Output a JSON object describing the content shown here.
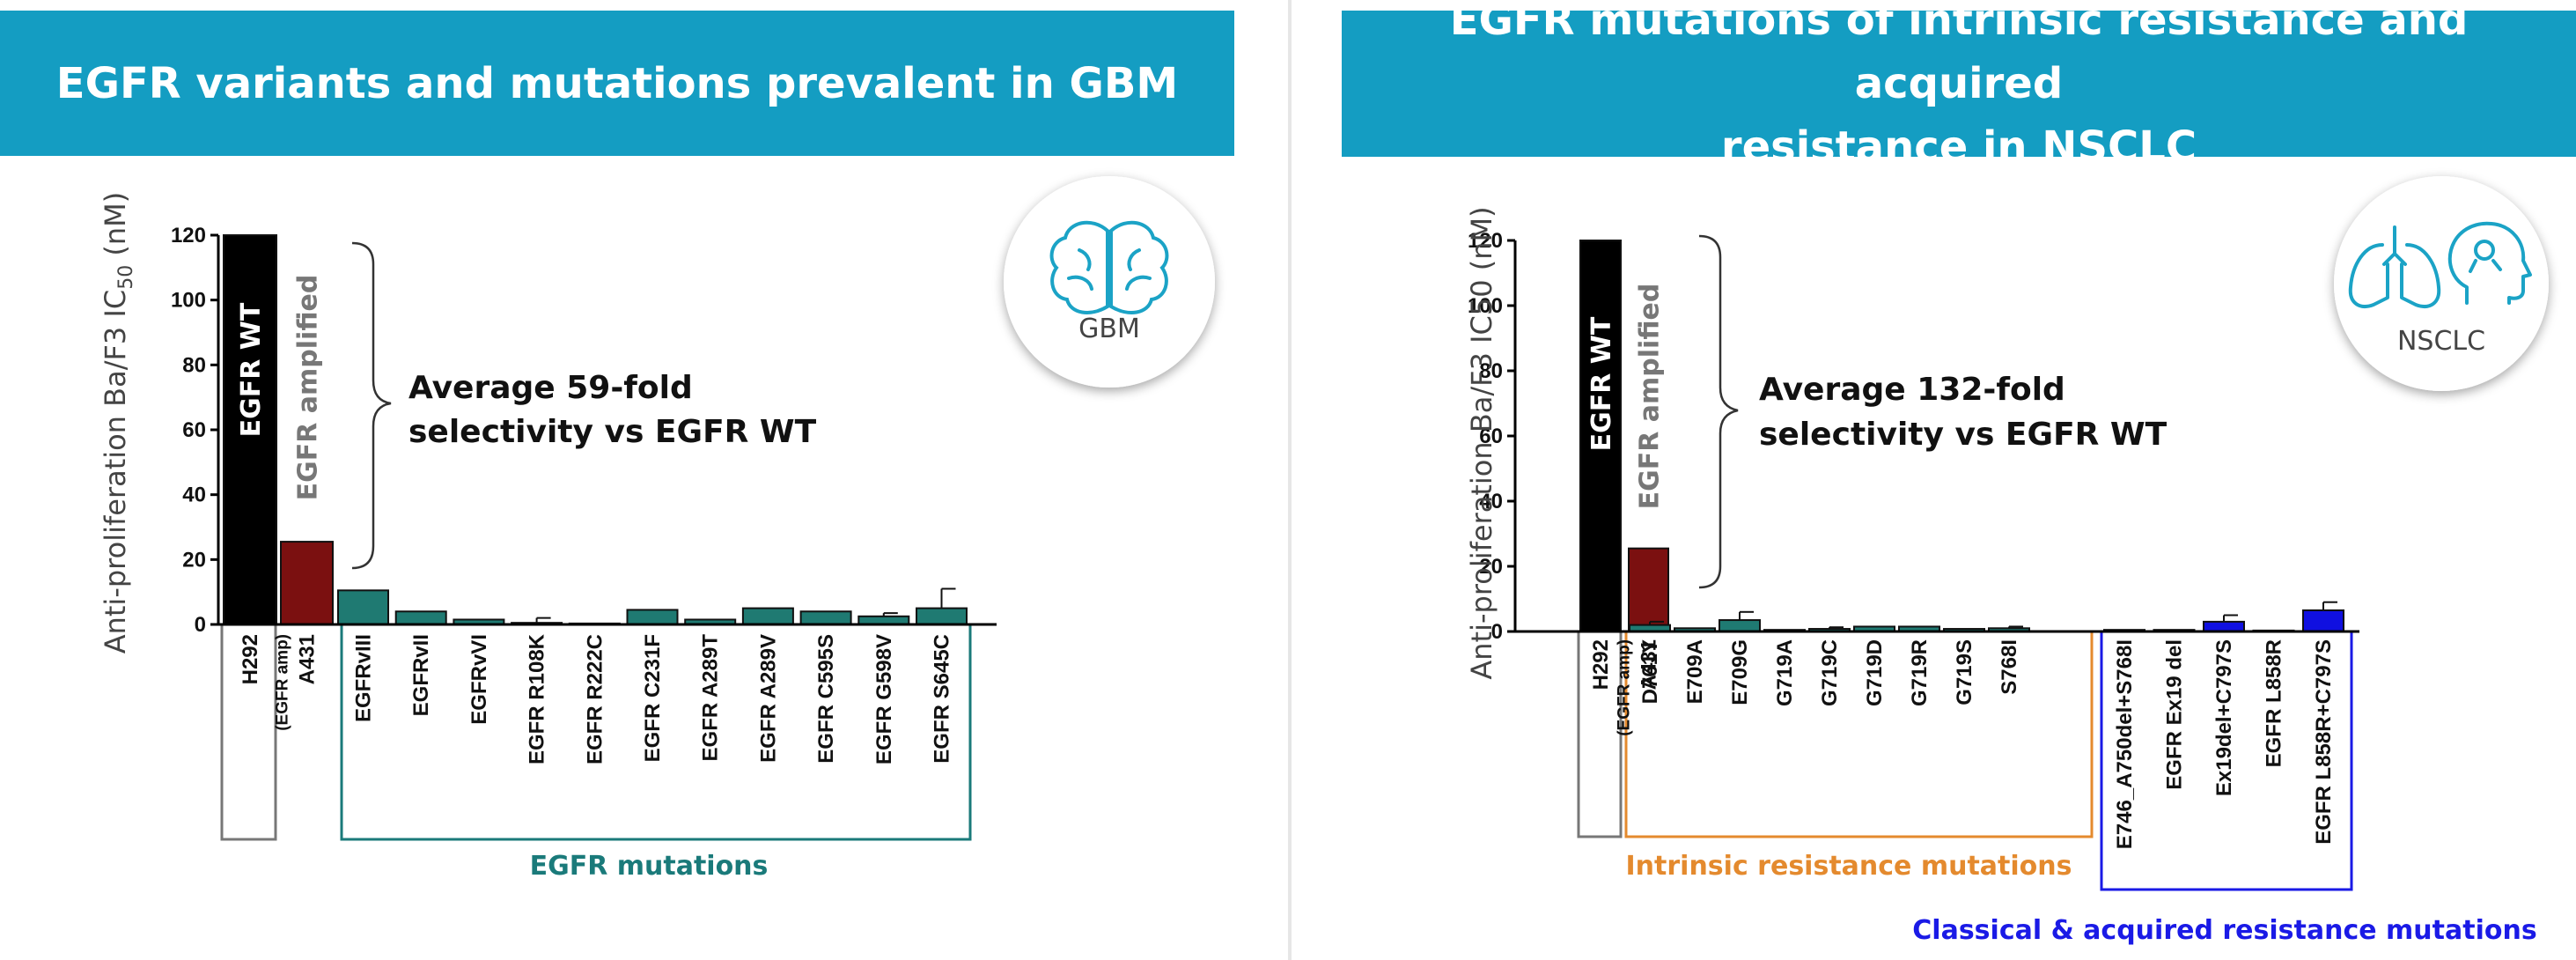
{
  "panels": [
    {
      "id": "gbm",
      "title": "EGFR variants and mutations prevalent in GBM",
      "icon": "brain-icon",
      "icon_label": "GBM",
      "annotation": [
        "Average 59-fold",
        "selectivity vs EGFR WT"
      ],
      "ylabel_parts": [
        "Anti-proliferation Ba/F3 IC",
        "50",
        " (nM)"
      ],
      "group_labels": [
        {
          "text": "EGFR mutations",
          "color": "#1a7a7a"
        }
      ]
    },
    {
      "id": "nsclc",
      "title": "EGFR mutations of intrinsic resistance and acquired resistance in NSCLC",
      "title_lines": [
        "EGFR mutations of intrinsic resistance and acquired",
        "resistance in NSCLC"
      ],
      "icon": "lungs-head-icon",
      "icon_label": "NSCLC",
      "annotation": [
        "Average 132-fold",
        "selectivity vs EGFR WT"
      ],
      "ylabel_parts": [
        "Anti-proliferation Ba/F3 IC50 (nM)"
      ],
      "group_labels": [
        {
          "text": "Intrinsic resistance mutations",
          "color": "#e48a2e"
        },
        {
          "text": "Classical & acquired resistance mutations",
          "color": "#1a1ae6"
        }
      ]
    }
  ],
  "chart_data": [
    {
      "type": "bar",
      "title": "EGFR variants and mutations prevalent in GBM",
      "ylabel": "Anti-proliferation Ba/F3 IC50 (nM)",
      "ylim": [
        0,
        120
      ],
      "yticks": [
        0,
        20,
        40,
        60,
        80,
        100,
        120
      ],
      "categories": [
        "H292",
        "A431",
        "EGFRvIII",
        "EGFRvII",
        "EGFRvVI",
        "EGFR R108K",
        "EGFR R222C",
        "EGFR C231F",
        "EGFR A289T",
        "EGFR A289V",
        "EGFR C595S",
        "EGFR G598V",
        "EGFR S645C"
      ],
      "category_sublabels": {
        "A431": "(EGFR amp)"
      },
      "values": [
        120,
        25.5,
        10.5,
        4,
        1.5,
        0.5,
        0.3,
        4.5,
        1.5,
        5,
        4,
        2.5,
        5
      ],
      "error_bars": [
        0,
        0,
        0,
        0,
        0,
        1.5,
        0,
        0,
        0,
        0,
        0,
        1,
        6
      ],
      "bar_labels": {
        "H292": "EGFR WT",
        "A431": "EGFR amplified"
      },
      "colors": [
        "#000000",
        "#7b1010",
        "#1f7a72",
        "#1f7a72",
        "#1f7a72",
        "#1f7a72",
        "#1f7a72",
        "#1f7a72",
        "#1f7a72",
        "#1f7a72",
        "#1f7a72",
        "#1f7a72",
        "#1f7a72"
      ],
      "groups": [
        {
          "name": "EGFR mutations",
          "from": 2,
          "to": 12,
          "color": "#1a7a7a"
        }
      ],
      "grid": false
    },
    {
      "type": "bar",
      "title": "EGFR mutations of intrinsic resistance and acquired resistance in NSCLC",
      "ylabel": "Anti-proliferation Ba/F3 IC50 (nM)",
      "ylim": [
        0,
        120
      ],
      "yticks": [
        0,
        20,
        40,
        60,
        80,
        100,
        120
      ],
      "categories": [
        "H292",
        "A431",
        "D761Y",
        "E709A",
        "E709G",
        "G719A",
        "G719C",
        "G719D",
        "G719R",
        "G719S",
        "S768I",
        "E746_A750del+S768I",
        "EGFR Ex19 del",
        "Ex19del+C797S",
        "EGFR L858R",
        "EGFR L858R+C797S"
      ],
      "category_sublabels": {
        "A431": "(EGFR amp)"
      },
      "values": [
        120,
        25.5,
        2,
        1,
        3.5,
        0.5,
        0.8,
        1.5,
        1.5,
        0.8,
        1,
        0.5,
        0.5,
        3,
        0.3,
        6.5
      ],
      "error_bars": [
        0,
        0,
        1,
        0,
        2.5,
        0,
        0.5,
        0,
        0,
        0,
        0.5,
        0,
        0,
        2,
        0,
        2.5
      ],
      "bar_labels": {
        "H292": "EGFR WT",
        "A431": "EGFR amplified"
      },
      "colors": [
        "#000000",
        "#7b1010",
        "#1f7a72",
        "#1f7a72",
        "#1f7a72",
        "#1f7a72",
        "#1f7a72",
        "#1f7a72",
        "#1f7a72",
        "#1f7a72",
        "#1f7a72",
        "#1010e0",
        "#1010e0",
        "#1010e0",
        "#1010e0",
        "#1010e0"
      ],
      "groups": [
        {
          "name": "Intrinsic resistance mutations",
          "from": 2,
          "to": 10,
          "color": "#e48a2e"
        },
        {
          "name": "Classical & acquired resistance mutations",
          "from": 11,
          "to": 15,
          "color": "#1a1ae6"
        }
      ],
      "grid": false
    }
  ]
}
